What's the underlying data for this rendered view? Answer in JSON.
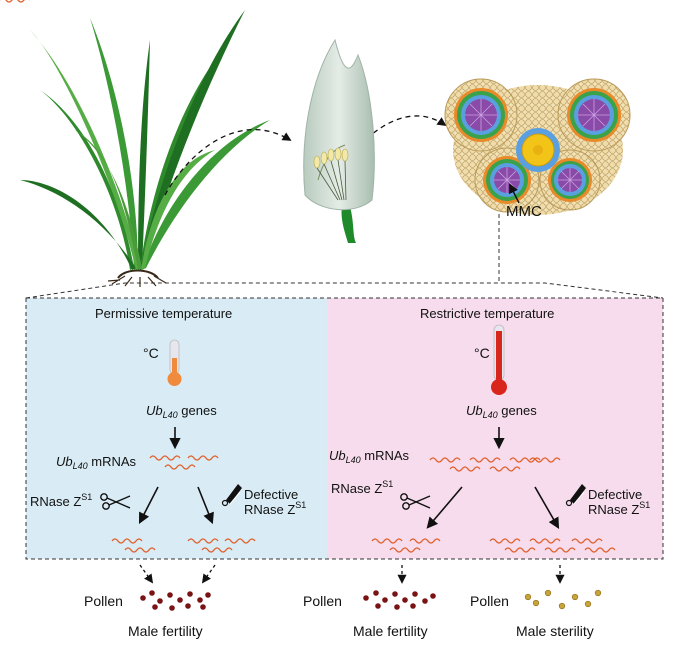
{
  "labels": {
    "mmc": "MMC",
    "permissive": "Permissive temperature",
    "restrictive": "Restrictive temperature",
    "celsius": "°C",
    "ub": "Ub",
    "l40": "L40",
    "genes": "genes",
    "mrnas": "mRNAs",
    "rnase": "RNase Z",
    "s1": "S1",
    "defective": "Defective",
    "pollen": "Pollen",
    "male_fertility": "Male fertility",
    "male_sterility": "Male sterility"
  },
  "colors": {
    "permissive_bg": "#d9ecf5",
    "restrictive_bg": "#f6dcec",
    "mrna": "#e0612e",
    "pollen_fertile": "#7a1414",
    "pollen_sterile": "#c9a43a",
    "plant_green": "#2e8a2a",
    "thermo_low": "#f08a3c",
    "thermo_high": "#d9261c"
  },
  "icons": [
    "scissors-icon",
    "defective-scissors-icon",
    "thermometer-icon",
    "rice-plant-icon",
    "rice-flower-icon",
    "anther-cross-section-icon"
  ]
}
